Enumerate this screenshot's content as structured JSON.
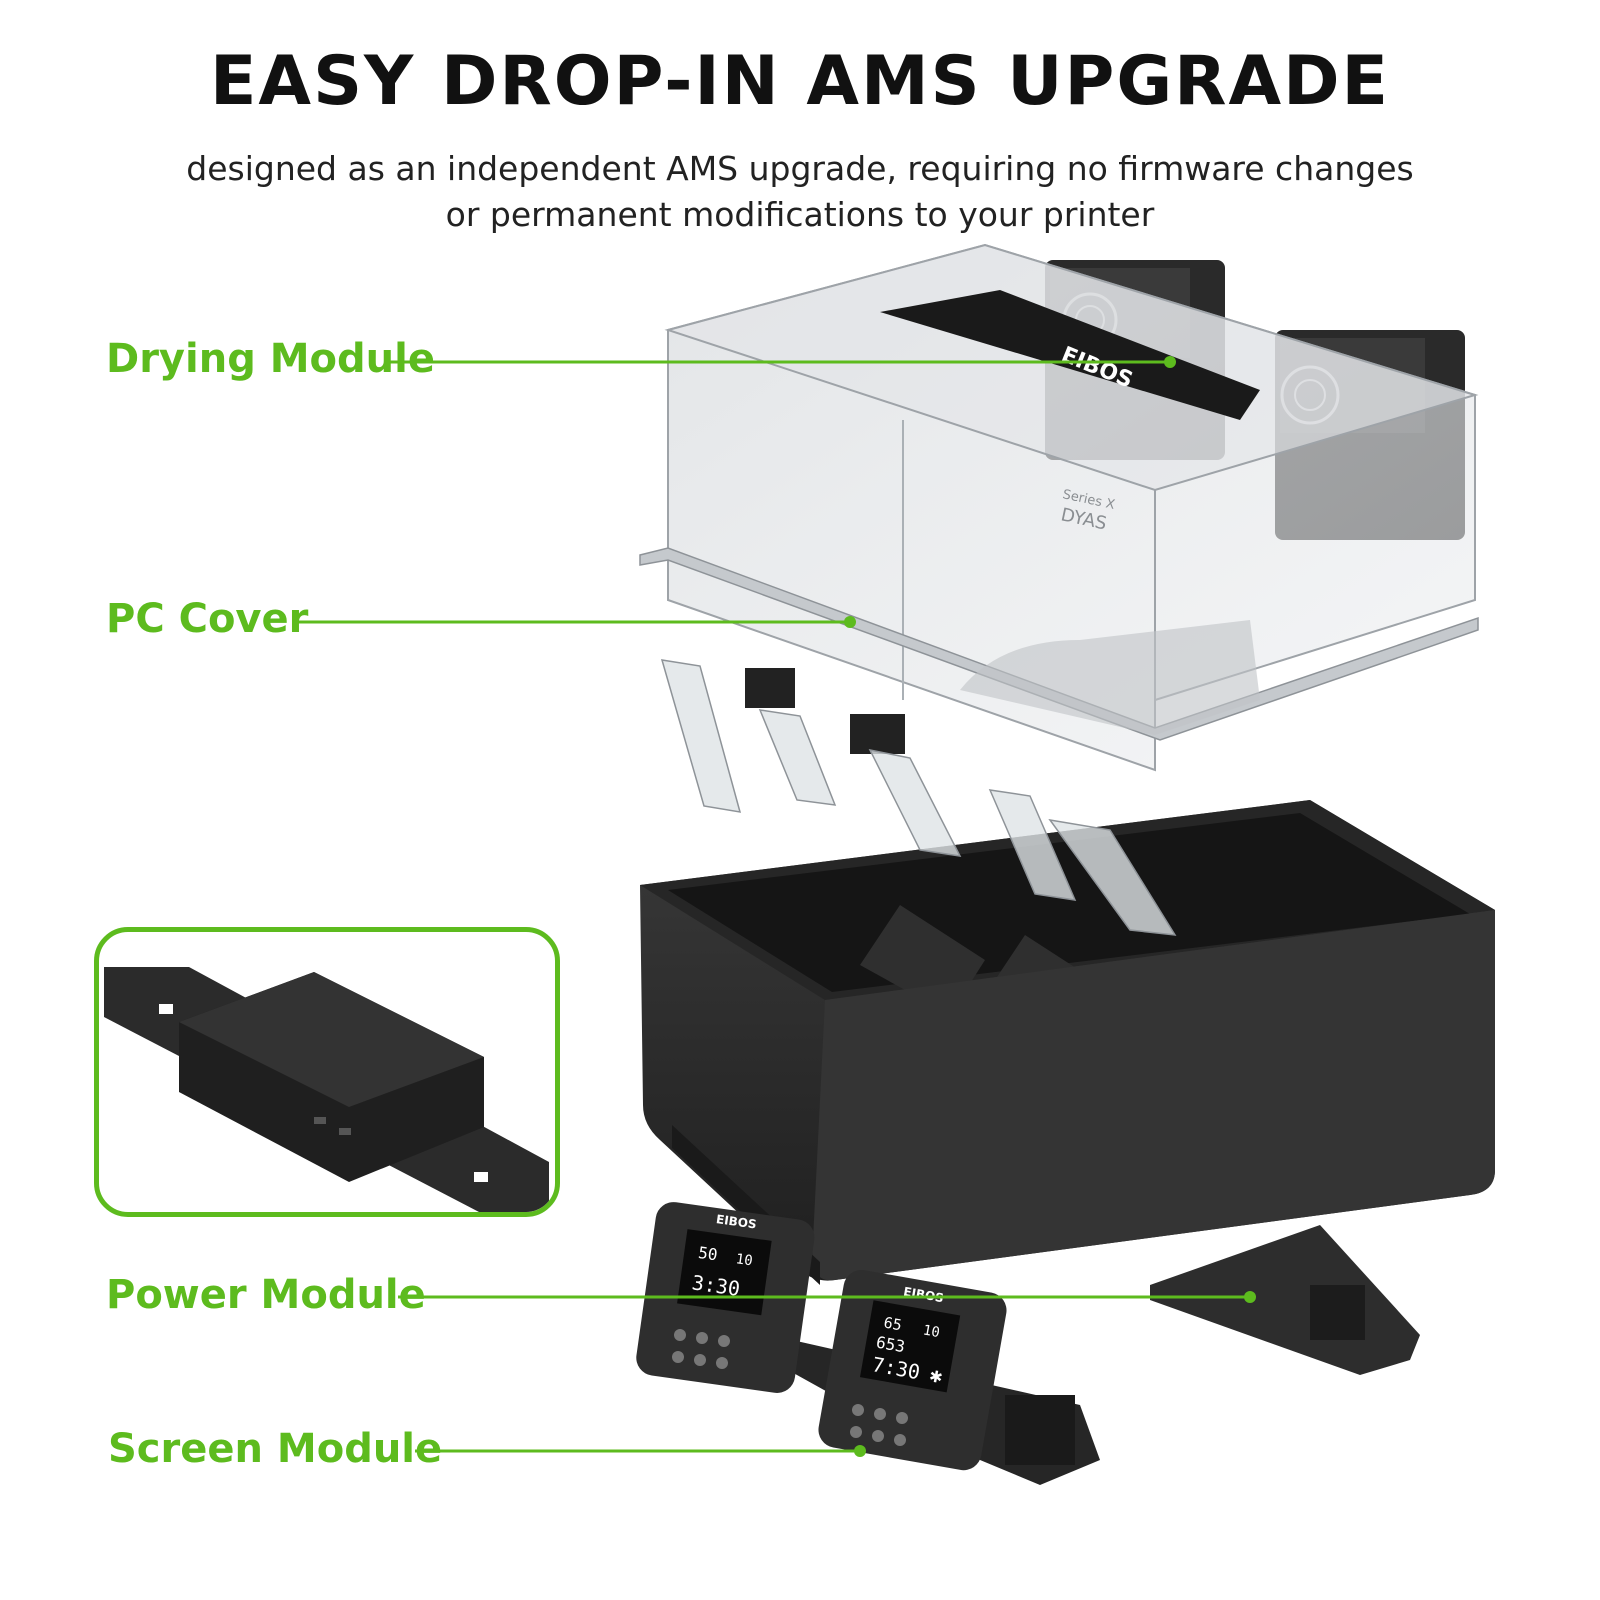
{
  "header": {
    "title": "EASY DROP-IN AMS UPGRADE",
    "subtitle_line1": "designed as an independent AMS upgrade, requiring no firmware changes",
    "subtitle_line2": "or permanent modifications to your printer"
  },
  "callouts": [
    {
      "id": "drying",
      "label": "Drying Module"
    },
    {
      "id": "cover",
      "label": "PC Cover"
    },
    {
      "id": "power",
      "label": "Power Module"
    },
    {
      "id": "screen",
      "label": "Screen Module"
    }
  ],
  "product": {
    "lid_logo": "EIBOS",
    "cover_logo_small": "Series X",
    "cover_logo_large": "DYAS",
    "screen_logo": "EIBOS",
    "screen1_top": "50",
    "screen1_right": "10",
    "screen1_time": "3:30",
    "screen2_top": "65",
    "screen2_right": "10",
    "screen2_mid": "653",
    "screen2_time": "7:30"
  },
  "colors": {
    "accent": "#5dbb1e",
    "dark_body": "#2b2b2b",
    "title_text": "#111111"
  },
  "icons": [
    "fan-grille-icon",
    "button-icon",
    "snowflake-icon"
  ]
}
